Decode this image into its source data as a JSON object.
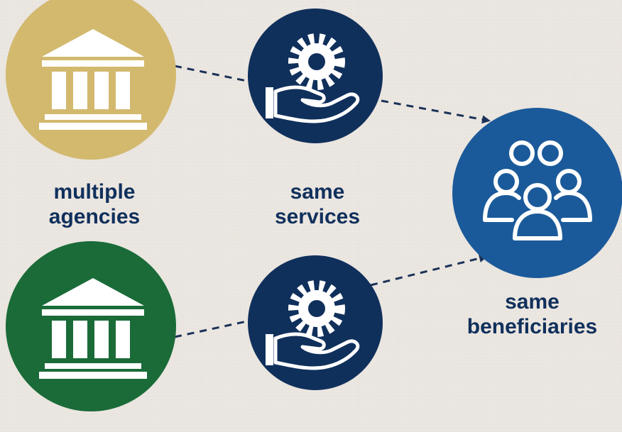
{
  "labels": {
    "agencies": [
      "multiple",
      "agencies"
    ],
    "services": [
      "same",
      "services"
    ],
    "beneficiaries": [
      "same",
      "beneficiaries"
    ]
  },
  "colors": {
    "agency_top": "#d2b96e",
    "agency_bottom": "#1a6b38",
    "services": "#10305c",
    "beneficiaries": "#1b5a9a",
    "text": "#10305c",
    "connector": "#1b3258",
    "background": "#ebe6e0"
  },
  "icons": {
    "agency": "government-building-icon",
    "service": "hand-gear-icon",
    "beneficiaries": "people-group-icon"
  }
}
